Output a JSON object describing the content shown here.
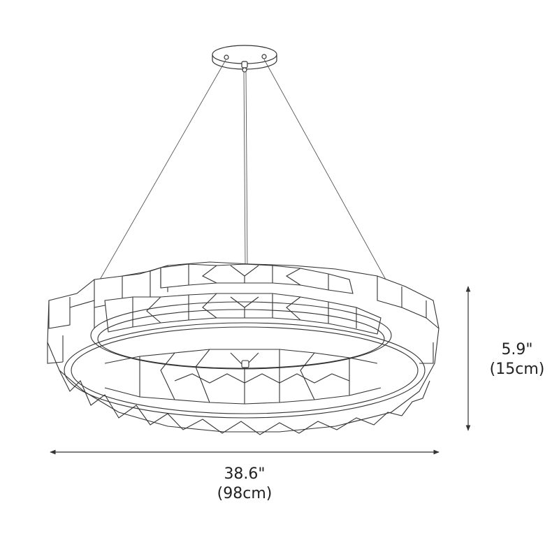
{
  "diagram": {
    "subject": "Round two-tier crystal pendant chandelier",
    "style": "line drawing",
    "line_color": "#333333",
    "background": "#ffffff"
  },
  "dimensions": {
    "width": {
      "imperial": "38.6\"",
      "metric": "(98cm)"
    },
    "height": {
      "imperial": "5.9\"",
      "metric": "(15cm)"
    }
  }
}
